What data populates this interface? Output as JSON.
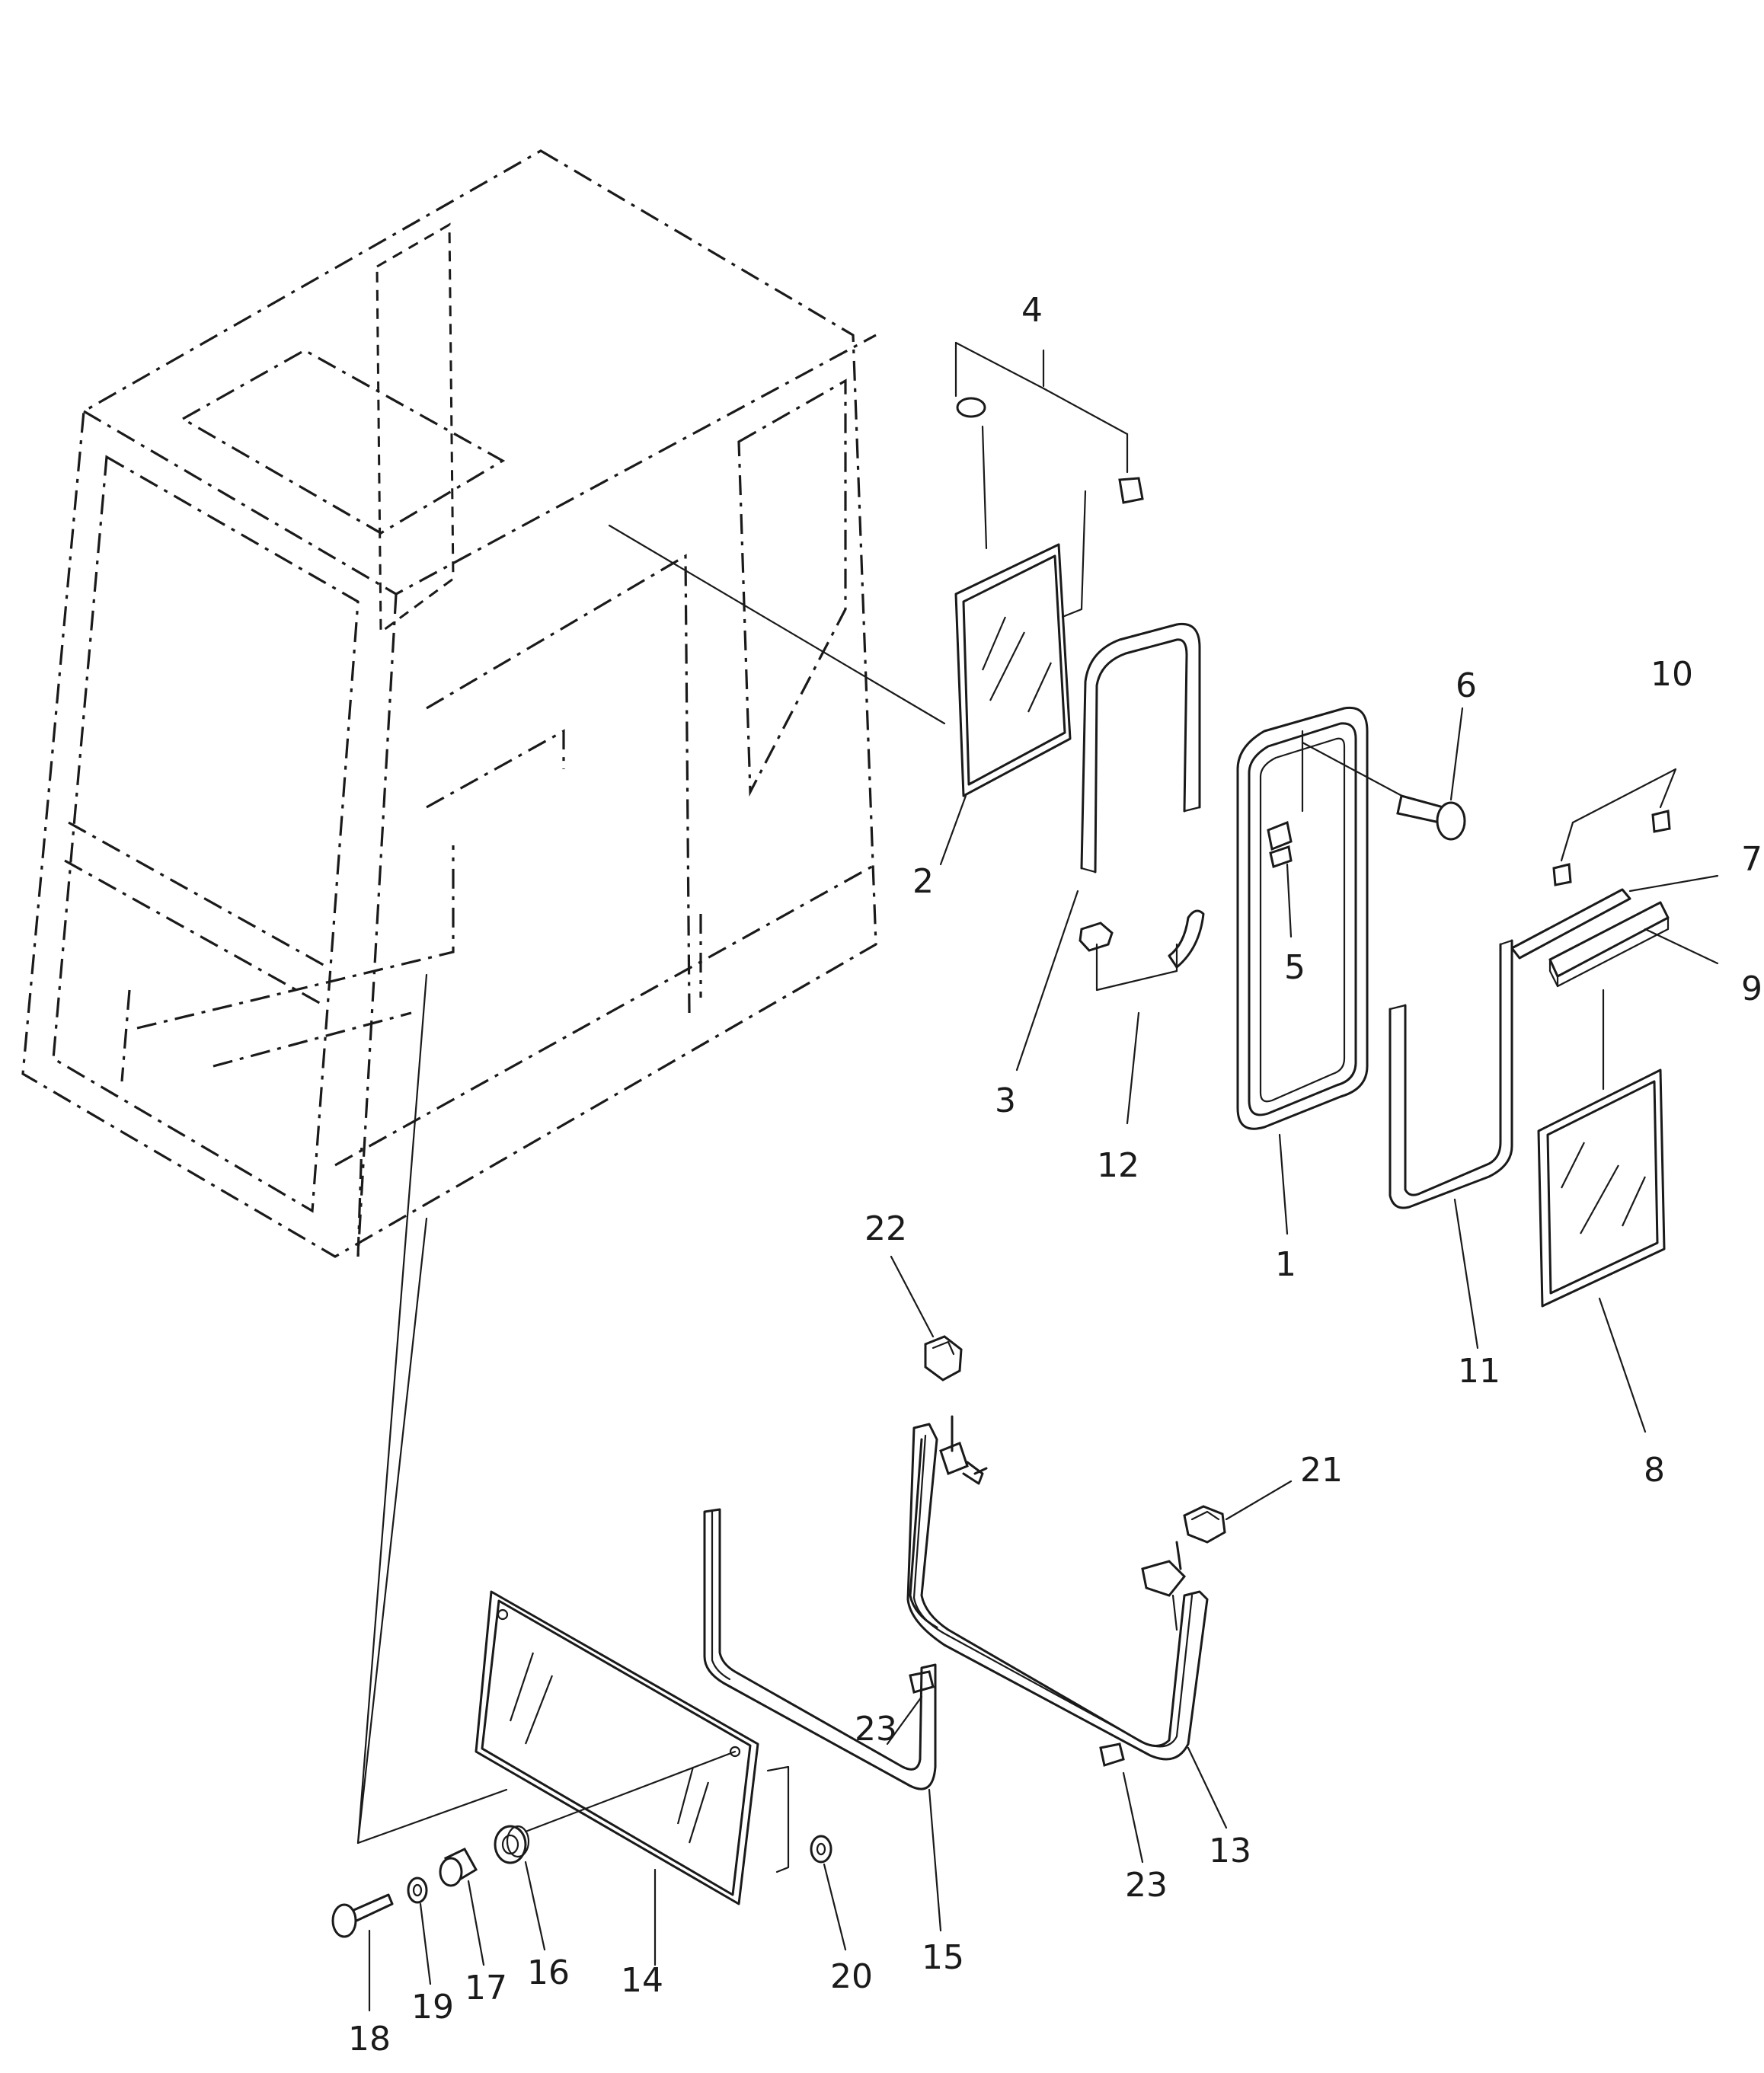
{
  "diagram": {
    "type": "exploded parts diagram",
    "part_labels": [
      {
        "id": "p1",
        "text": "1"
      },
      {
        "id": "p2",
        "text": "2"
      },
      {
        "id": "p3",
        "text": "3"
      },
      {
        "id": "p4",
        "text": "4"
      },
      {
        "id": "p5",
        "text": "5"
      },
      {
        "id": "p6",
        "text": "6"
      },
      {
        "id": "p7",
        "text": "7"
      },
      {
        "id": "p8",
        "text": "8"
      },
      {
        "id": "p9",
        "text": "9"
      },
      {
        "id": "p10",
        "text": "10"
      },
      {
        "id": "p11",
        "text": "11"
      },
      {
        "id": "p12",
        "text": "12"
      },
      {
        "id": "p13",
        "text": "13"
      },
      {
        "id": "p14",
        "text": "14"
      },
      {
        "id": "p15",
        "text": "15"
      },
      {
        "id": "p16",
        "text": "16"
      },
      {
        "id": "p17",
        "text": "17"
      },
      {
        "id": "p18",
        "text": "18"
      },
      {
        "id": "p19",
        "text": "19"
      },
      {
        "id": "p20",
        "text": "20"
      },
      {
        "id": "p21",
        "text": "21"
      },
      {
        "id": "p22",
        "text": "22"
      },
      {
        "id": "p23a",
        "text": "23"
      },
      {
        "id": "p23b",
        "text": "23"
      }
    ]
  }
}
